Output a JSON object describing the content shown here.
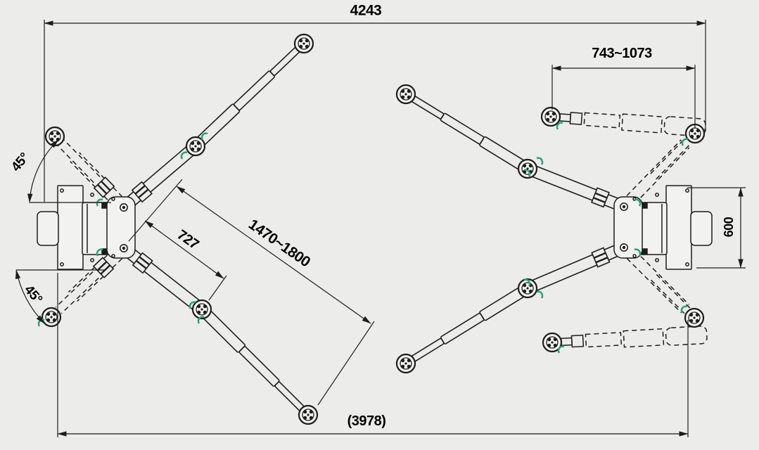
{
  "colors": {
    "background": "#ecedeb",
    "line": "#1d1d1b",
    "accent": "#2f9e7e",
    "text": "#000000"
  },
  "drawing": {
    "type": "two-post-lift-top-view-technical-drawing",
    "dimensions": {
      "overall_width": "4243",
      "front_arm_range": "743~1073",
      "rear_arm_range": "1470~1800",
      "rear_arm_min": "727",
      "inner_width": "(3978)",
      "carriage_depth": "600",
      "arm_swing_angle_upper": "45°",
      "arm_swing_angle_lower": "45°"
    }
  }
}
